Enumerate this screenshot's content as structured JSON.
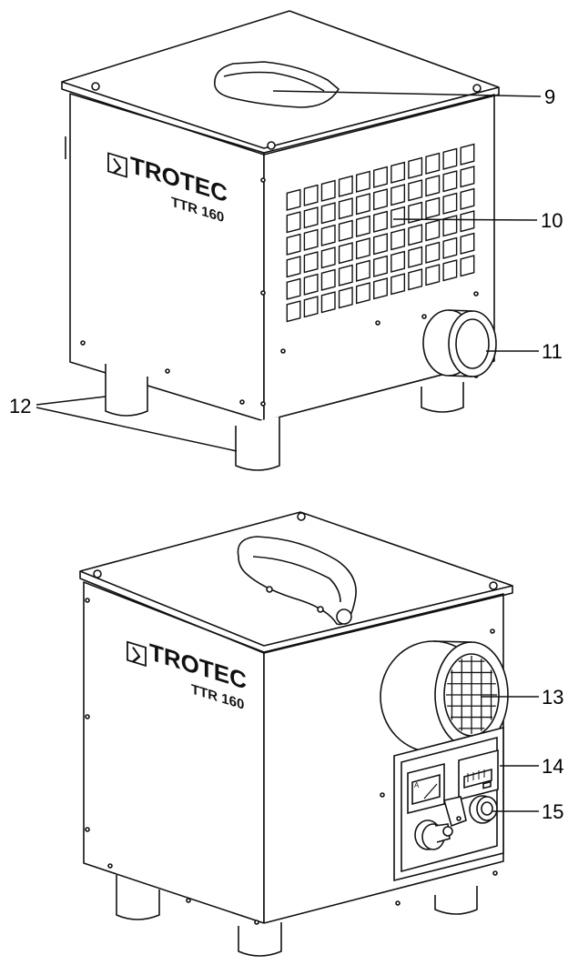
{
  "brand": "TROTEC",
  "model": "TTR 160",
  "callouts": {
    "c9": "9",
    "c10": "10",
    "c11": "11",
    "c12": "12",
    "c13": "13",
    "c14": "14",
    "c15": "15"
  },
  "panel": {
    "ammeter_unit": "A"
  }
}
